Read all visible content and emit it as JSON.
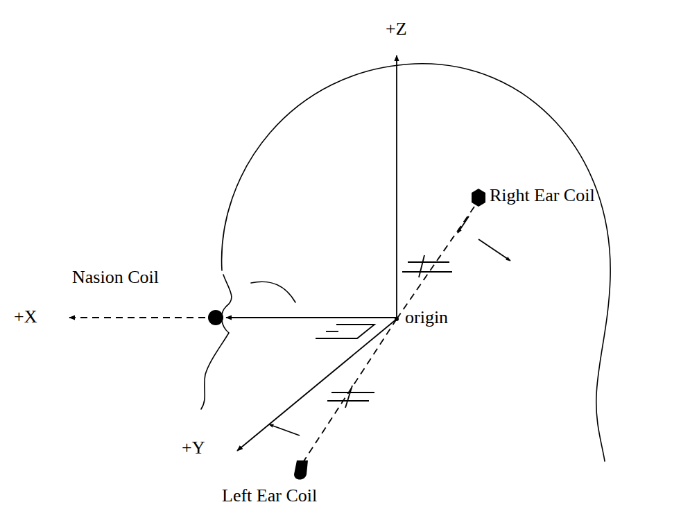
{
  "diagram": {
    "labels": [
      "+Z",
      "Right Ear Coil",
      "Nasion Coil",
      "+X",
      "origin",
      "+Y",
      "Left Ear Coil"
    ]
  }
}
